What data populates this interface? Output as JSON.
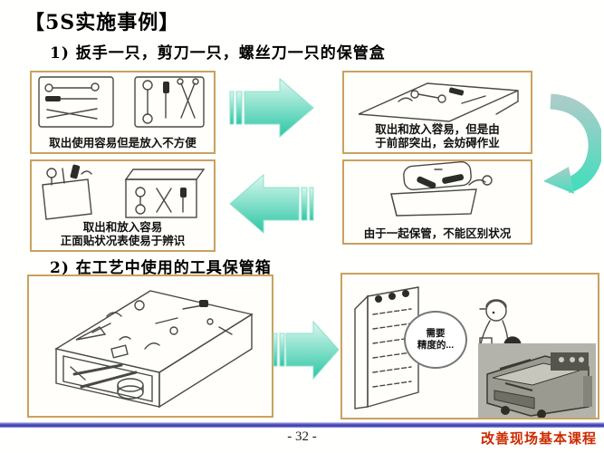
{
  "slide": {
    "title": "【5S实施事例】",
    "section1": {
      "heading": "1) 扳手一只，剪刀一只，螺丝刀一只的保管盒"
    },
    "section2": {
      "heading": "2) 在工艺中使用的工具保管箱"
    },
    "boxes": {
      "a": {
        "caption": "取出使用容易但是放入不方便"
      },
      "b": {
        "caption_line1": "取出和放入容易，但是由",
        "caption_line2": "于前部突出，会妨碍作业"
      },
      "c": {
        "caption": "由于一起保管，不能区别状况"
      },
      "d": {
        "caption_line1": "取出和放入容易",
        "caption_line2": "正面贴状况表使易于辨识"
      },
      "f": {
        "bubble_line1": "需要",
        "bubble_line2": "精度的..."
      }
    },
    "footer": {
      "page_number": "- 32 -",
      "course_label": "改善现场基本课程"
    },
    "colors": {
      "box_border_tan": "#c9a25e",
      "arrow_teal": "#2fc9a7",
      "footer_line_blue": "#3434ad",
      "course_red": "#cc2b00"
    }
  }
}
